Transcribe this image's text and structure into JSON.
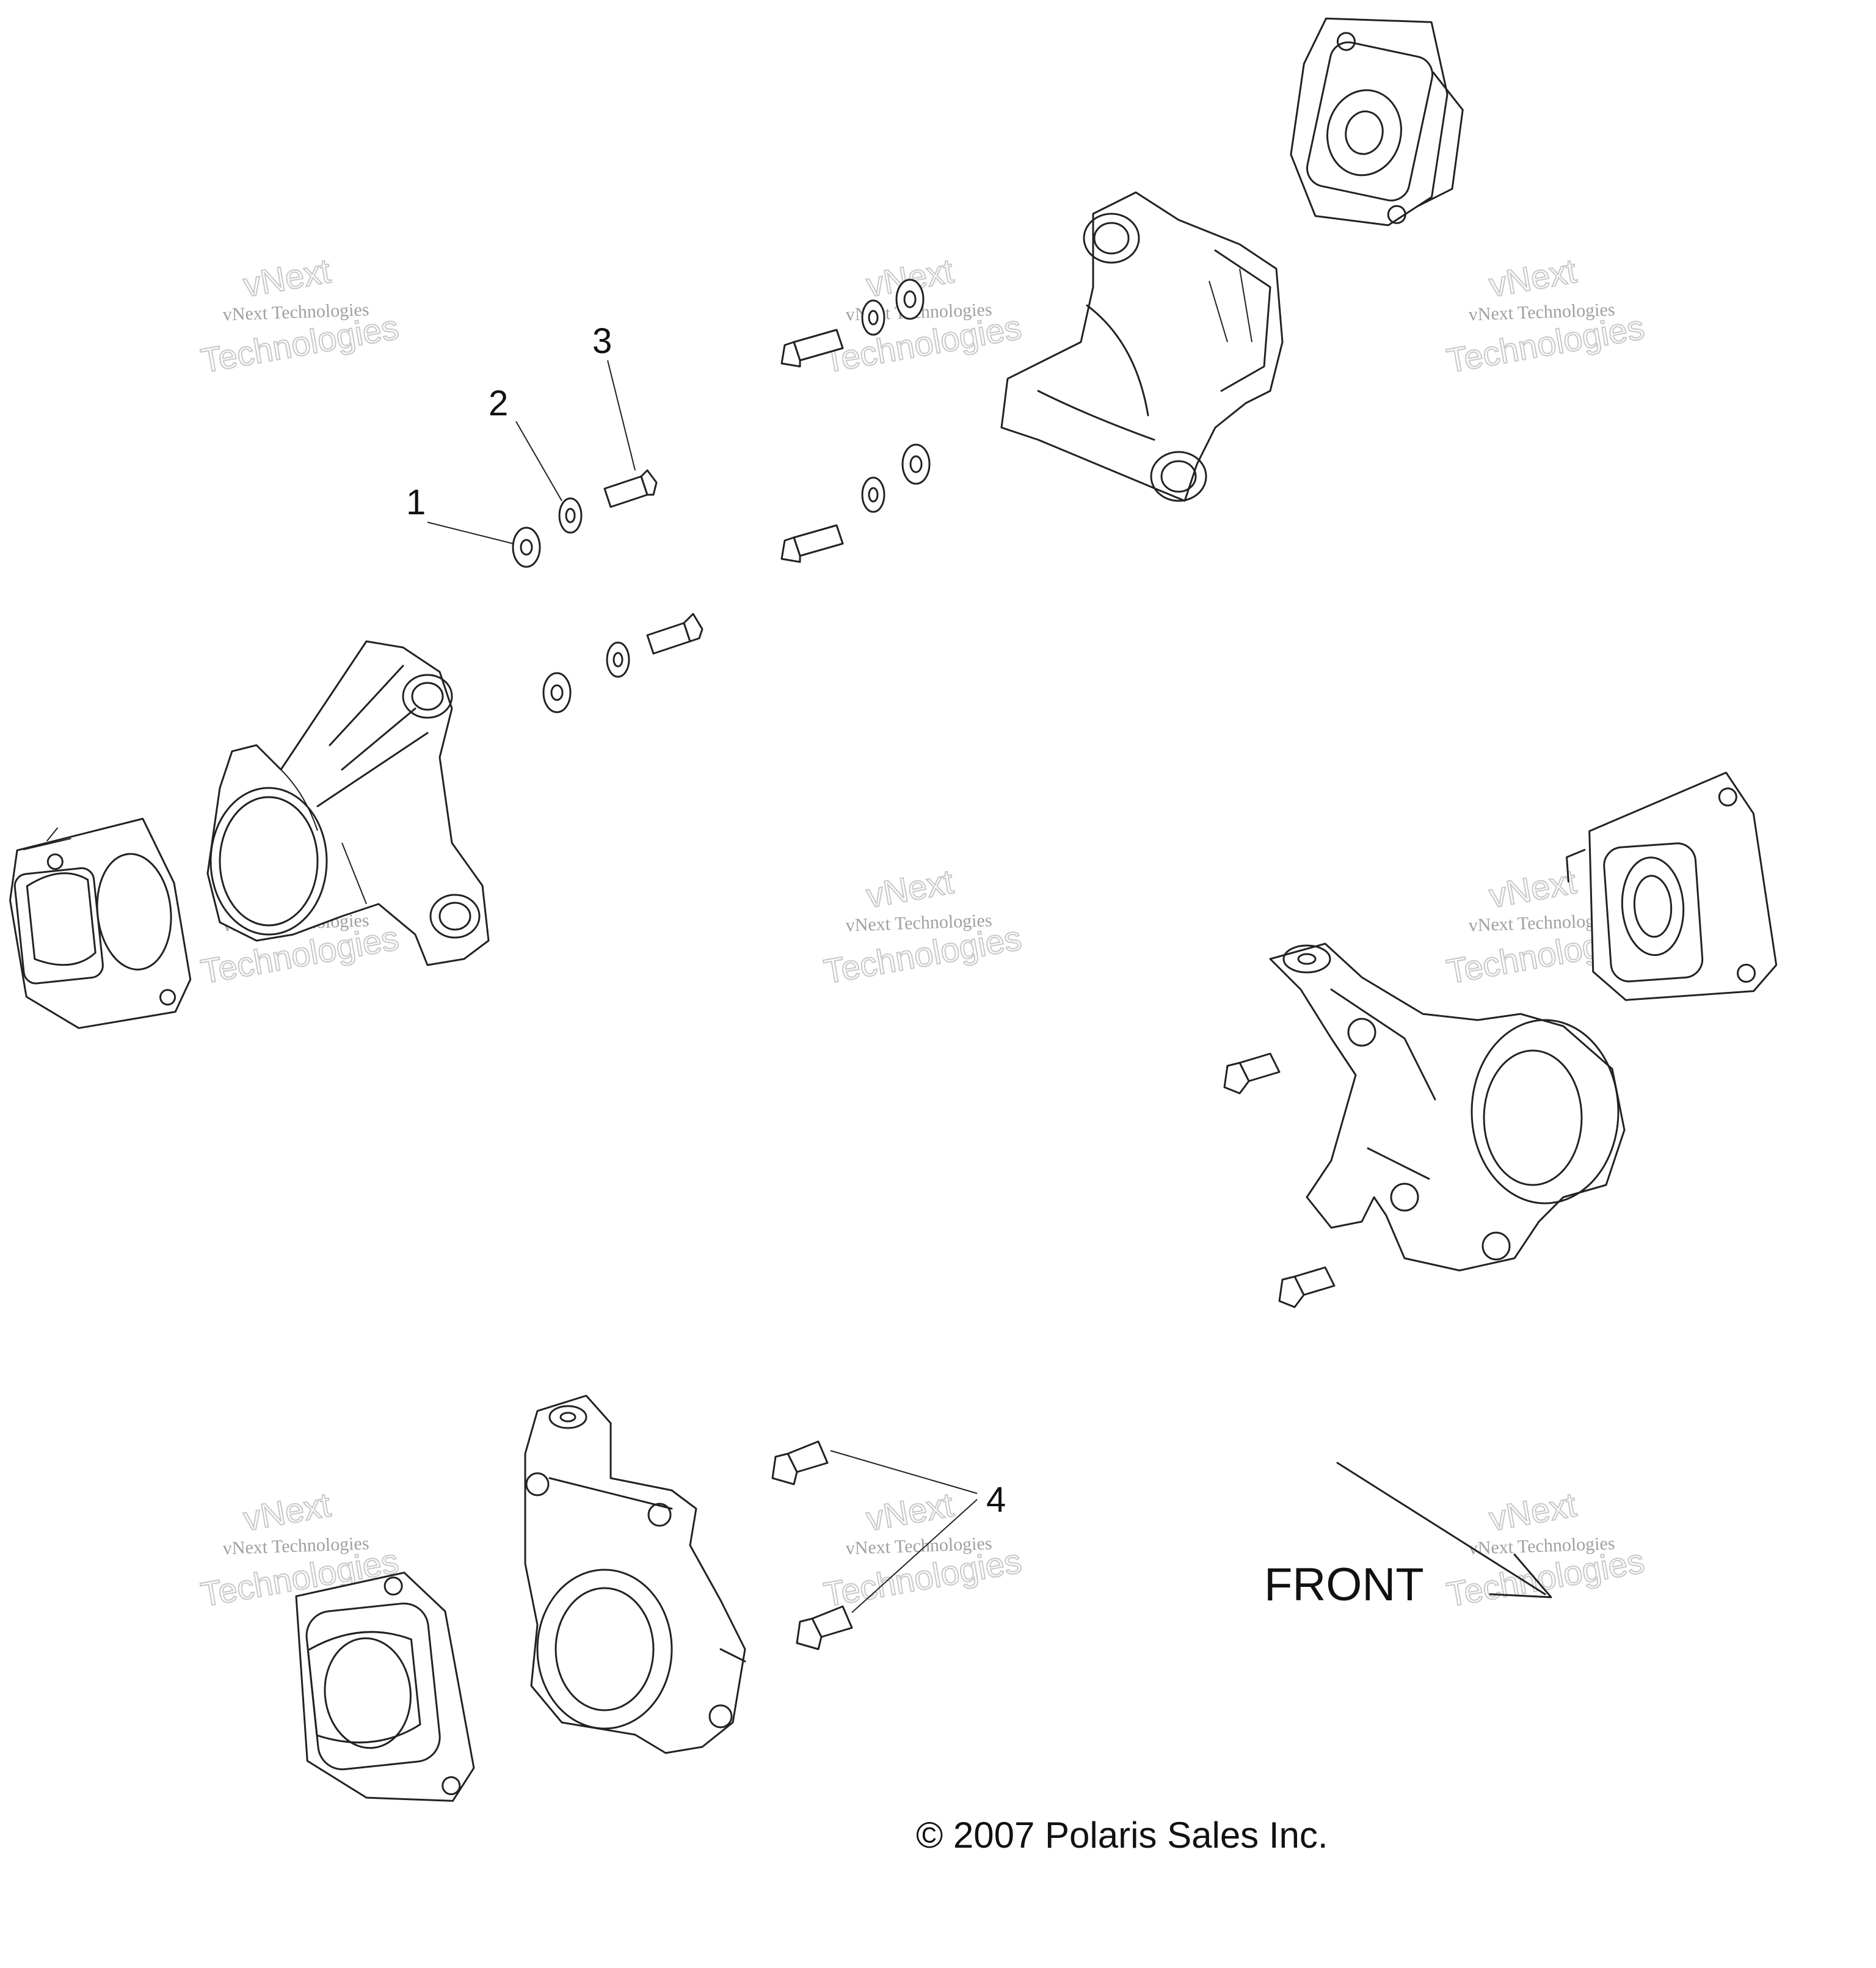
{
  "callouts": [
    {
      "id": "1",
      "text": "1"
    },
    {
      "id": "2",
      "text": "2"
    },
    {
      "id": "3",
      "text": "3"
    },
    {
      "id": "4",
      "text": "4"
    }
  ],
  "direction_label": "FRONT",
  "copyright": "© 2007 Polaris Sales Inc.",
  "watermark": {
    "line1": "vNext",
    "line2": "vNext Technologies",
    "line3": "Technologies"
  }
}
